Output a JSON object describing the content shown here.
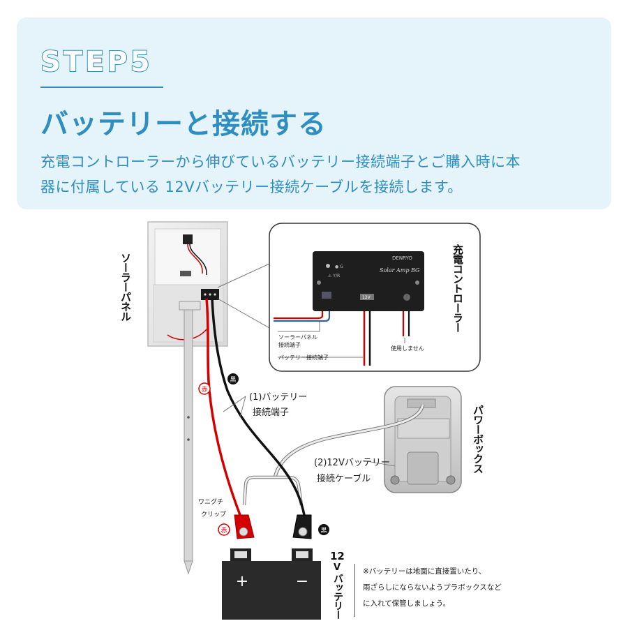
{
  "header": {
    "step": "STEP5",
    "title": "バッテリーと接続する",
    "desc_line1": "充電コントローラーから伸びているバッテリー接続端子とご購入時に本",
    "desc_line2": "器に付属している 12Vバッテリー接続ケーブルを接続します。"
  },
  "diagram": {
    "solar_panel_label": "ソーラーパネル",
    "controller_label": "充電コントローラー",
    "power_box_label": "パワーボックス",
    "battery_label_num": "12",
    "battery_label_v": "V",
    "battery_label_text": "バッテリー",
    "controller_brand": "DENRYO",
    "controller_model": "Solar Amp BG",
    "controller_12v": "12V",
    "callout_solar_terminal": "ソーラーパネル",
    "callout_solar_terminal_2": "接続端子",
    "callout_battery_terminal": "バッテリー接続端子",
    "callout_unused": "使用しません",
    "red_badge": "赤",
    "black_badge": "黒",
    "label_1_line1": "(1)バッテリー",
    "label_1_line2": "接続端子",
    "label_2_line1": "(2)12Vバッテリー",
    "label_2_line2": "接続ケーブル",
    "clip_line1": "ワニグチ",
    "clip_line2": "クリップ",
    "plus": "+",
    "minus": "−",
    "note_line1": "※バッテリーは地面に直接置いたり、",
    "note_line2": "雨ざらしにならないようプラボックスなど",
    "note_line3": "に入れて保管しましょう。"
  }
}
